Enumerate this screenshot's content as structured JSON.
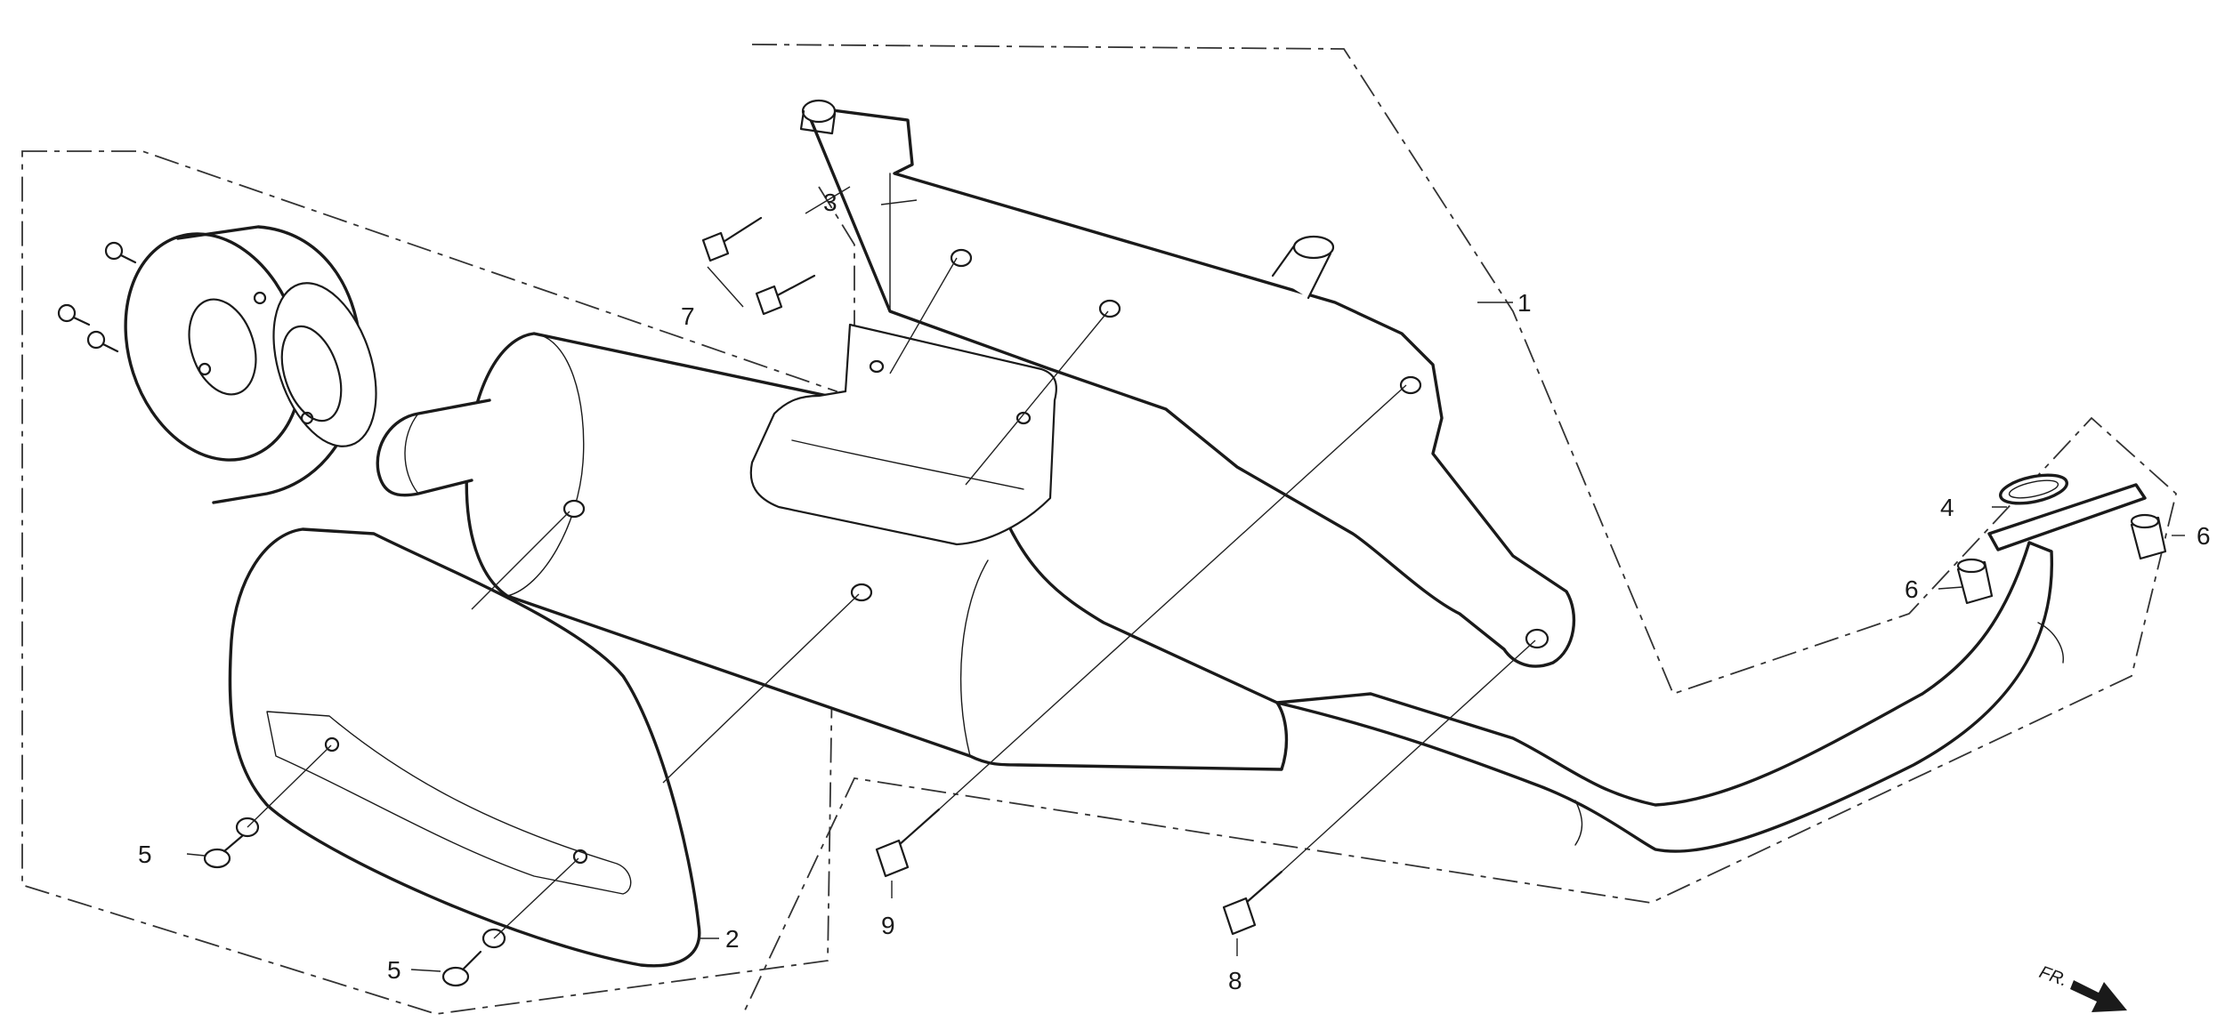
{
  "callouts": {
    "c1": "1",
    "c2": "2",
    "c3": "3",
    "c4": "4",
    "c5a": "5",
    "c5b": "5",
    "c6a": "6",
    "c6b": "6",
    "c7": "7",
    "c8": "8",
    "c9": "9"
  },
  "direction": {
    "label": "FR.",
    "icon": "arrow-down-right-icon"
  },
  "colors": {
    "line": "#1a1a1a",
    "background": "#ffffff"
  }
}
